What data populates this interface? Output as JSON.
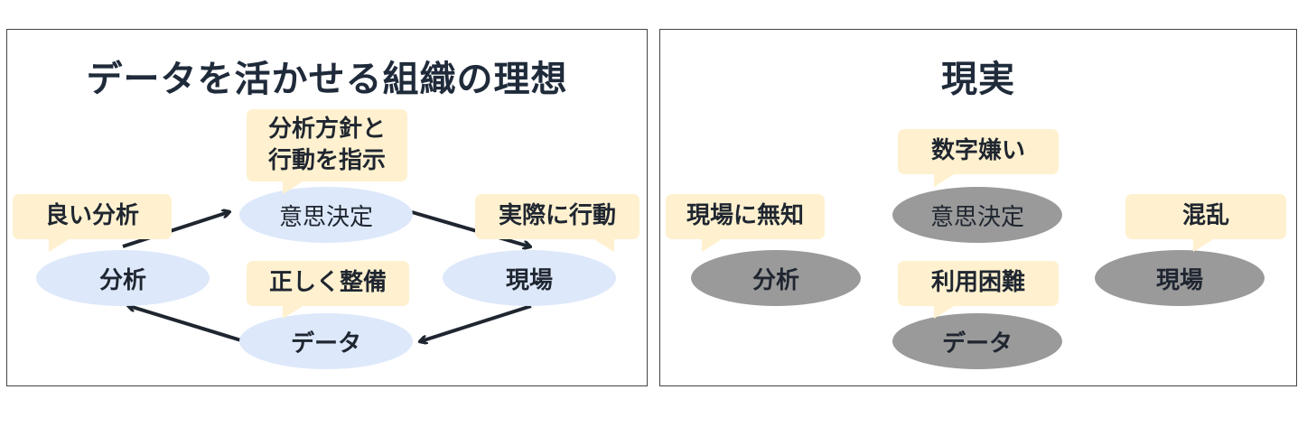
{
  "left": {
    "title": "データを活かせる組織の理想",
    "nodes": {
      "analysis": "分析",
      "decision": "意思決定",
      "field": "現場",
      "data": "データ"
    },
    "callouts": {
      "good_analysis": "良い分析",
      "directive_line1": "分析方針と",
      "directive_line2": "行動を指示",
      "act": "実際に行動",
      "maintain": "正しく整備"
    }
  },
  "right": {
    "title": "現実",
    "nodes": {
      "analysis": "分析",
      "decision": "意思決定",
      "field": "現場",
      "data": "データ"
    },
    "callouts": {
      "ignorance": "現場に無知",
      "numbers_dislike": "数字嫌い",
      "hard_to_use": "利用困難",
      "confusion": "混乱"
    }
  },
  "colors": {
    "ideal_node": "#dde8fb",
    "reality_node": "#9a9a9a",
    "callout": "#fff1cf",
    "arrow": "#1f2630"
  }
}
